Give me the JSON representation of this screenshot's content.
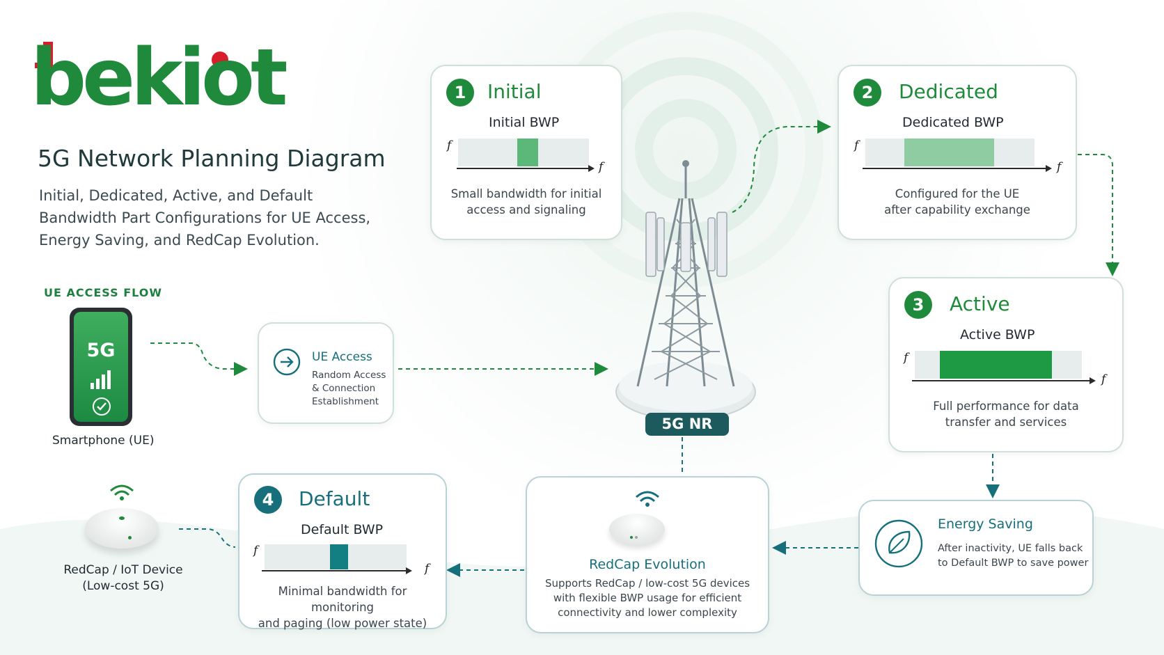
{
  "brand": {
    "logo_text": "bekiot",
    "red": "#d81e2a",
    "green": "#1f8a3b"
  },
  "title": "5G Network Planning Diagram",
  "subtitle_lines": [
    "Initial, Dedicated, Active, and Default",
    "Bandwidth Part Configurations for UE Access,",
    "Energy Saving, and RedCap Evolution."
  ],
  "ue_flow": {
    "heading": "UE ACCESS FLOW",
    "phone_text": "5G",
    "phone_label": "Smartphone (UE)"
  },
  "ue_access": {
    "title": "UE Access",
    "desc_lines": [
      "Random Access",
      "& Connection",
      "Establishment"
    ]
  },
  "iot": {
    "label_lines": [
      "RedCap / IoT Device",
      "(Low-cost 5G)"
    ]
  },
  "tower": {
    "label": "5G NR"
  },
  "axis_symbol": "f",
  "cards": {
    "initial": {
      "number": "1",
      "title": "Initial",
      "bwp": "Initial BWP",
      "desc_lines": [
        "Small bandwidth for initial",
        "access and signaling"
      ],
      "fill_color": "#5cb878",
      "fill_start": 0.45,
      "fill_width": 0.16
    },
    "dedicated": {
      "number": "2",
      "title": "Dedicated",
      "bwp": "Dedicated BWP",
      "desc_lines": [
        "Configured for the UE",
        "after capability exchange"
      ],
      "fill_color": "#8fcca2",
      "fill_start": 0.23,
      "fill_width": 0.53
    },
    "active": {
      "number": "3",
      "title": "Active",
      "bwp": "Active BWP",
      "desc_lines": [
        "Full performance for data",
        "transfer and services"
      ],
      "fill_color": "#1e9a44",
      "fill_start": 0.15,
      "fill_width": 0.67
    },
    "default": {
      "number": "4",
      "title": "Default",
      "bwp": "Default BWP",
      "desc_lines": [
        "Minimal bandwidth for monitoring",
        "and paging (low power state)"
      ],
      "fill_color": "#137f82",
      "fill_start": 0.46,
      "fill_width": 0.13
    }
  },
  "energy_saving": {
    "title": "Energy Saving",
    "desc_lines": [
      "After inactivity, UE falls back",
      "to Default BWP to save power"
    ]
  },
  "redcap": {
    "title": "RedCap Evolution",
    "desc_lines": [
      "Supports RedCap / low-cost 5G devices",
      "with flexible BWP usage for efficient",
      "connectivity and lower complexity"
    ]
  }
}
